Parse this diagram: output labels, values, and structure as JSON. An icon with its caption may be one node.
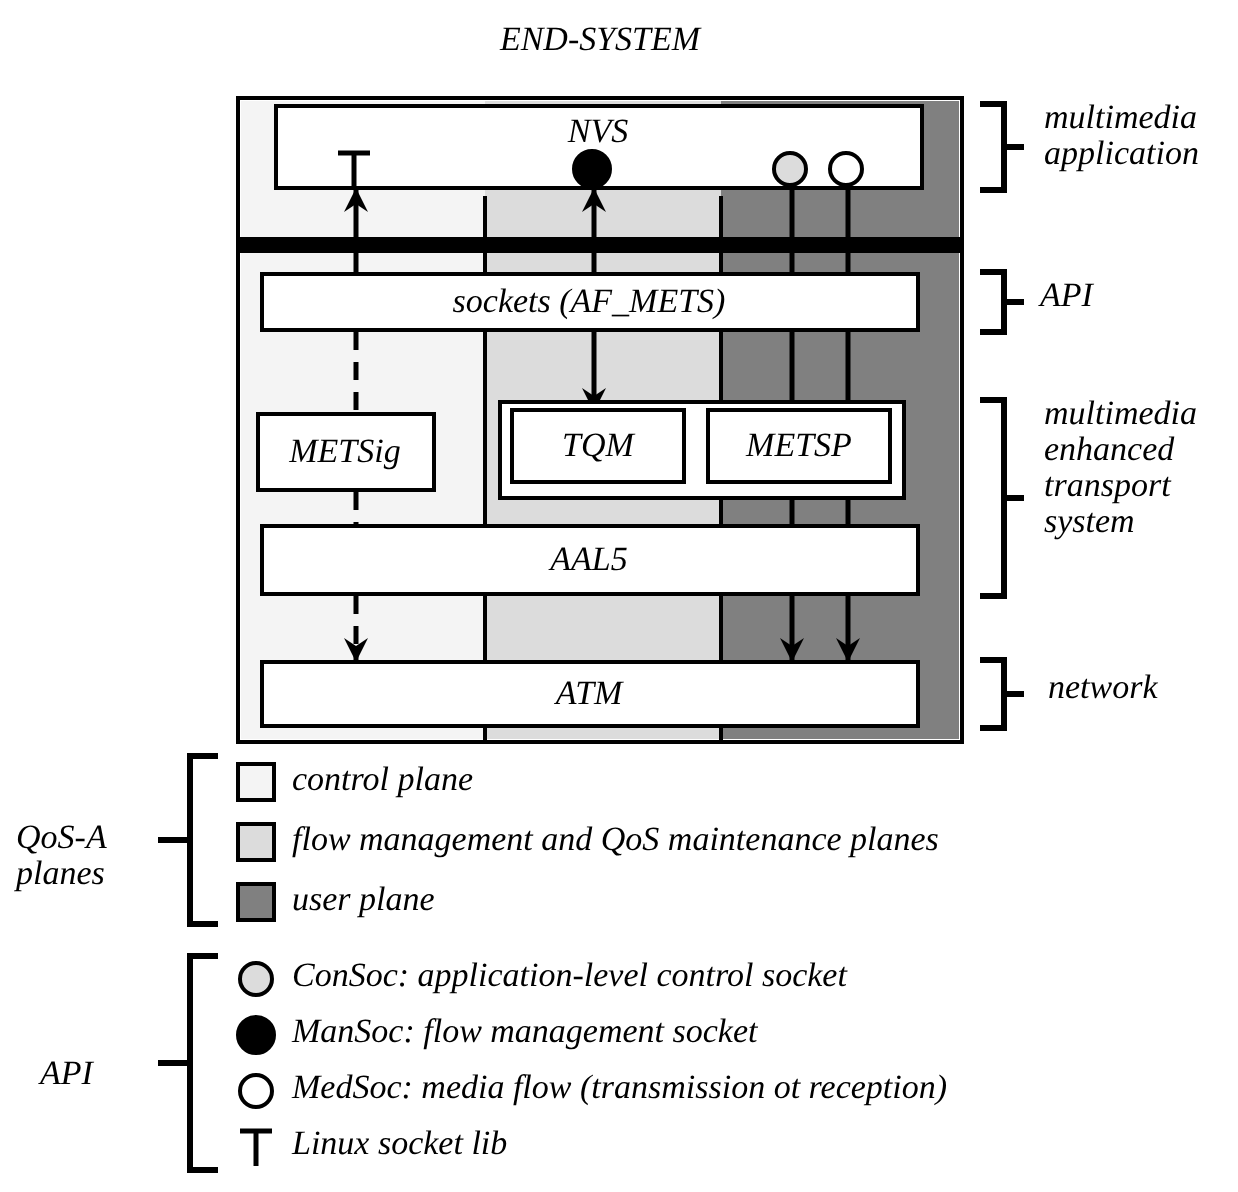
{
  "diagram": {
    "nodes": [
      {
        "text": [
          "END-SYSTEM"
        ]
      },
      {
        "text": [
          "NVS"
        ],
        "in": 0
      },
      {
        "text": [
          "sockets (AF_METS)"
        ],
        "in": 0
      },
      {
        "text": [
          "METSig"
        ],
        "in": 0
      },
      {
        "text": [],
        "shape": "box",
        "in": 0
      },
      {
        "text": [
          "TQM"
        ],
        "in": 4
      },
      {
        "text": [
          "METSP"
        ],
        "in": 4
      },
      {
        "text": [
          "AAL5"
        ],
        "in": 0
      },
      {
        "text": [
          "ATM"
        ],
        "in": 0
      }
    ],
    "edges": [
      {
        "from": 2,
        "to": 1,
        "arrow": "to"
      },
      {
        "from": 2,
        "to": 1,
        "arrow": "to"
      },
      {
        "from": 2,
        "to": 5,
        "arrow": "to"
      },
      {
        "from": 2,
        "to": 3,
        "arrow": "none",
        "style": "dashed"
      },
      {
        "from": 3,
        "to": 7,
        "arrow": "none",
        "style": "dashed"
      },
      {
        "from": 7,
        "to": 8,
        "arrow": "to",
        "style": "dashed"
      },
      {
        "from": 1,
        "to": 2,
        "arrow": "none"
      },
      {
        "from": 2,
        "to": 4,
        "arrow": "none"
      },
      {
        "from": 4,
        "to": 7,
        "arrow": "none"
      },
      {
        "from": 7,
        "to": 8,
        "arrow": "to"
      },
      {
        "from": 1,
        "to": 2,
        "arrow": "none"
      },
      {
        "from": 2,
        "to": 4,
        "arrow": "none"
      },
      {
        "from": 4,
        "to": 7,
        "arrow": "none"
      },
      {
        "from": 7,
        "to": 8,
        "arrow": "to"
      }
    ],
    "labels": [
      "multimedia application",
      "API",
      "multimedia enhanced transport system",
      "network",
      "QoS-A planes",
      "API"
    ],
    "legend": [
      {
        "text": "control plane",
        "color": "#f4f4f4"
      },
      {
        "text": "flow management and QoS maintenance planes",
        "color": "#dcdcdc"
      },
      {
        "text": "user plane",
        "color": "#808080"
      },
      {
        "text": "ConSoc: application-level control socket"
      },
      {
        "text": "ManSoc: flow management socket"
      },
      {
        "text": "MedSoc: media flow (transmission ot reception)"
      },
      {
        "text": "Linux socket lib"
      }
    ]
  }
}
